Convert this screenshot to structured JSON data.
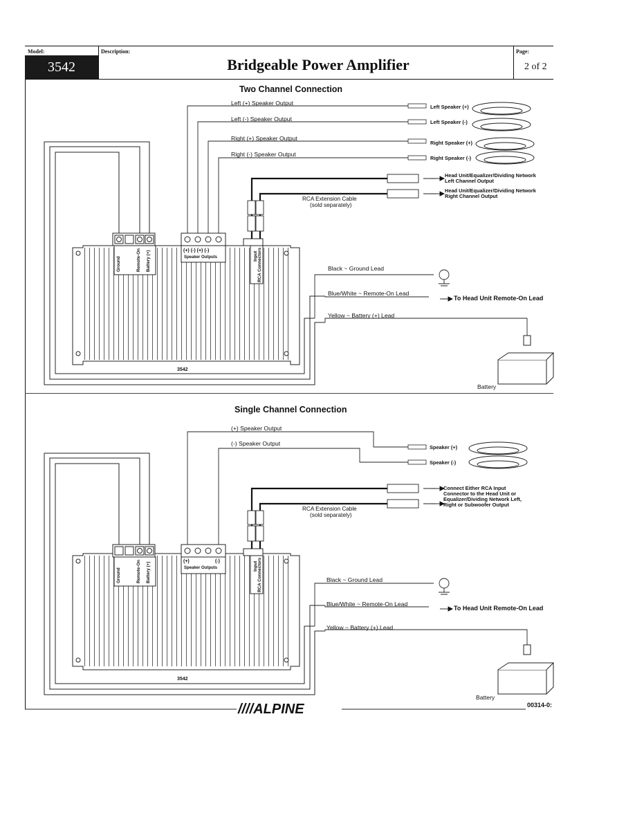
{
  "header": {
    "model_label": "Model:",
    "model_value": "3542",
    "description_label": "Description:",
    "title": "Bridgeable Power Amplifier",
    "page_label": "Page:",
    "page_value": "2 of 2"
  },
  "two_channel": {
    "title": "Two Channel Connection",
    "left_pos_output": "Left (+) Speaker Output",
    "left_neg_output": "Left (-) Speaker Output",
    "right_pos_output": "Right (+) Speaker Output",
    "right_neg_output": "Right (-) Speaker Output",
    "left_spk_pos": "Left Speaker (+)",
    "left_spk_neg": "Left Speaker (-)",
    "right_spk_pos": "Right Speaker (+)",
    "right_spk_neg": "Right Speaker (-)",
    "head_left_1": "Head Unit/Equalizer/Dividing Network",
    "head_left_2": "Left Channel Output",
    "head_right_1": "Head Unit/Equalizer/Dividing Network",
    "head_right_2": "Right Channel Output",
    "rca_cable_1": "RCA Extension Cable",
    "rca_cable_2": "(sold separately)",
    "ground_term": "Ground",
    "remote_term": "Remote-On",
    "battery_term": "Battery (+)",
    "spk_terms": "(+)  (-)  (+)  (-)",
    "spk_outputs_label": "Speaker Outputs",
    "input_label": "Input",
    "rca_connectors": "RCA Connectors",
    "black_lead": "Black ~ Ground Lead",
    "blue_lead": "Blue/White ~ Remote-On Lead",
    "to_head_remote": "To Head Unit Remote-On Lead",
    "yellow_lead": "Yellow ~ Battery  (+) Lead",
    "amp_model": "3542",
    "battery": "Battery"
  },
  "single_channel": {
    "title": "Single Channel Connection",
    "pos_output": "(+) Speaker Output",
    "neg_output": "(-) Speaker Output",
    "spk_pos": "Speaker (+)",
    "spk_neg": "Speaker (-)",
    "connect_1": "Connect Either RCA Input",
    "connect_2": "Connector to the Head Unit or",
    "connect_3": "Equalizer/Dividing Network Left,",
    "connect_4": "Right or Subwoofer Output",
    "rca_cable_1": "RCA Extension Cable",
    "rca_cable_2": "(sold separately)",
    "ground_term": "Ground",
    "remote_term": "Remote-On",
    "battery_term": "Battery (+)",
    "spk_pos_term": "(+)",
    "spk_neg_term": "(-)",
    "spk_outputs_label": "Speaker Outputs",
    "input_label": "Input",
    "rca_connectors": "RCA Connectors",
    "black_lead": "Black ~ Ground Lead",
    "blue_lead": "Blue/White ~ Remote-On Lead",
    "to_head_remote": "To Head Unit Remote-On Lead",
    "yellow_lead": "Yellow ~ Battery  (+) Lead",
    "amp_model": "3542",
    "battery": "Battery"
  },
  "footer": {
    "brand": "////ALPINE",
    "doc_number": "00314-0:"
  }
}
